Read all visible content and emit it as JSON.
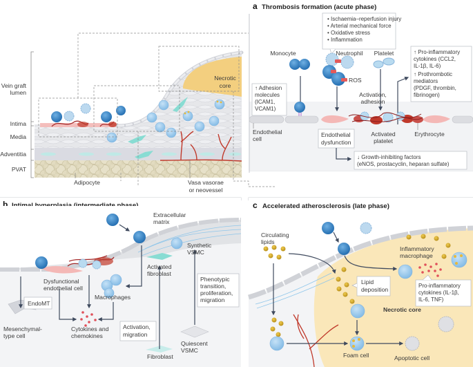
{
  "overview": {
    "layer_labels": [
      "Vein graft lumen",
      "Intima",
      "Media",
      "Adventitia",
      "PVAT"
    ],
    "labels": {
      "necrotic_core": [
        "Necrotic",
        "core"
      ],
      "adipocyte": "Adipocyte",
      "vasa_vasorae": [
        "Vasa vasorae",
        "or neovessel"
      ]
    }
  },
  "panel_a": {
    "letter": "a",
    "title": "Thrombosis formation (acute phase)",
    "triggers": [
      "Ischaemia–reperfusion injury",
      "Arterial mechanical force",
      "Oxidative stress",
      "Inflammation"
    ],
    "cells": {
      "monocyte": "Monocyte",
      "neutrophil": "Neutrophil",
      "platelet": "Platelet",
      "ros": "ROS",
      "endothelial_cell": [
        "Endothelial",
        "cell"
      ],
      "activated_platelet": [
        "Activated",
        "platelet"
      ],
      "erythrocyte": "Erythrocyte"
    },
    "adhesion_box": [
      "↑ Adhesion",
      "molecules",
      "(ICAM1,",
      "VCAM1)"
    ],
    "activation_label": [
      "Activation,",
      "adhesion"
    ],
    "mediators_box": [
      "↑ Pro-inflammatory",
      "cytokines (CCL2,",
      "IL-1β, IL-6)",
      "↑ Prothrombotic",
      "mediators",
      "(PDGF, thrombin,",
      "fibrinogen)"
    ],
    "dysfunction_box": [
      "Endothelial",
      "dysfunction"
    ],
    "growth_box": [
      "↓ Growth-inhibiting factors",
      "(eNOS, prostacyclin, heparan sulfate)"
    ]
  },
  "panel_b": {
    "letter": "b",
    "title": "Intimal hyperplasia (intermediate phase)",
    "labels": {
      "ecm": [
        "Extracellular",
        "matrix"
      ],
      "synthetic_vsmc": [
        "Synthetic",
        "VSMC"
      ],
      "activated_fibroblast": [
        "Activated",
        "fibroblast"
      ],
      "dysfunctional_ec": [
        "Dysfunctional",
        "endothelial cell"
      ],
      "macrophages": "Macrophages",
      "mesenchymal": [
        "Mesenchymal-",
        "type cell"
      ],
      "cytokines": [
        "Cytokines and",
        "chemokines"
      ],
      "fibroblast": "Fibroblast",
      "quiescent_vsmc": [
        "Quiescent",
        "VSMC"
      ]
    },
    "endomt_box": "EndoMT",
    "activation_box": [
      "Activation,",
      "migration"
    ],
    "phenotypic_box": [
      "Phenotypic",
      "transition,",
      "proliferation,",
      "migration"
    ]
  },
  "panel_c": {
    "letter": "c",
    "title": "Accelerated atherosclerosis (late phase)",
    "labels": {
      "circulating_lipids": [
        "Circulating",
        "lipids"
      ],
      "inflammatory_macrophage": [
        "Inflammatory",
        "macrophage"
      ],
      "necrotic_core": "Necrotic core",
      "foam_cell": "Foam cell",
      "apoptotic_cell": "Apoptotic cell"
    },
    "lipid_box": [
      "Lipid",
      "deposition"
    ],
    "cytokine_box": [
      "Pro-inflammatory",
      "cytokines (IL-1β,",
      "IL-6, TNF)"
    ]
  },
  "colors": {
    "monocyte": "#2f7fc1",
    "macrophage": "#8ec3ea",
    "necrotic": "#f5d07a",
    "endothelium": "#dcdde1",
    "erythrocyte": "#c0392b",
    "fibroblast": "#7fd6d0",
    "pvat": "#ddd6bb",
    "lipid": "#c9a227",
    "cytokine": "#e0505a",
    "panel_bg": "#f3f4f6"
  }
}
